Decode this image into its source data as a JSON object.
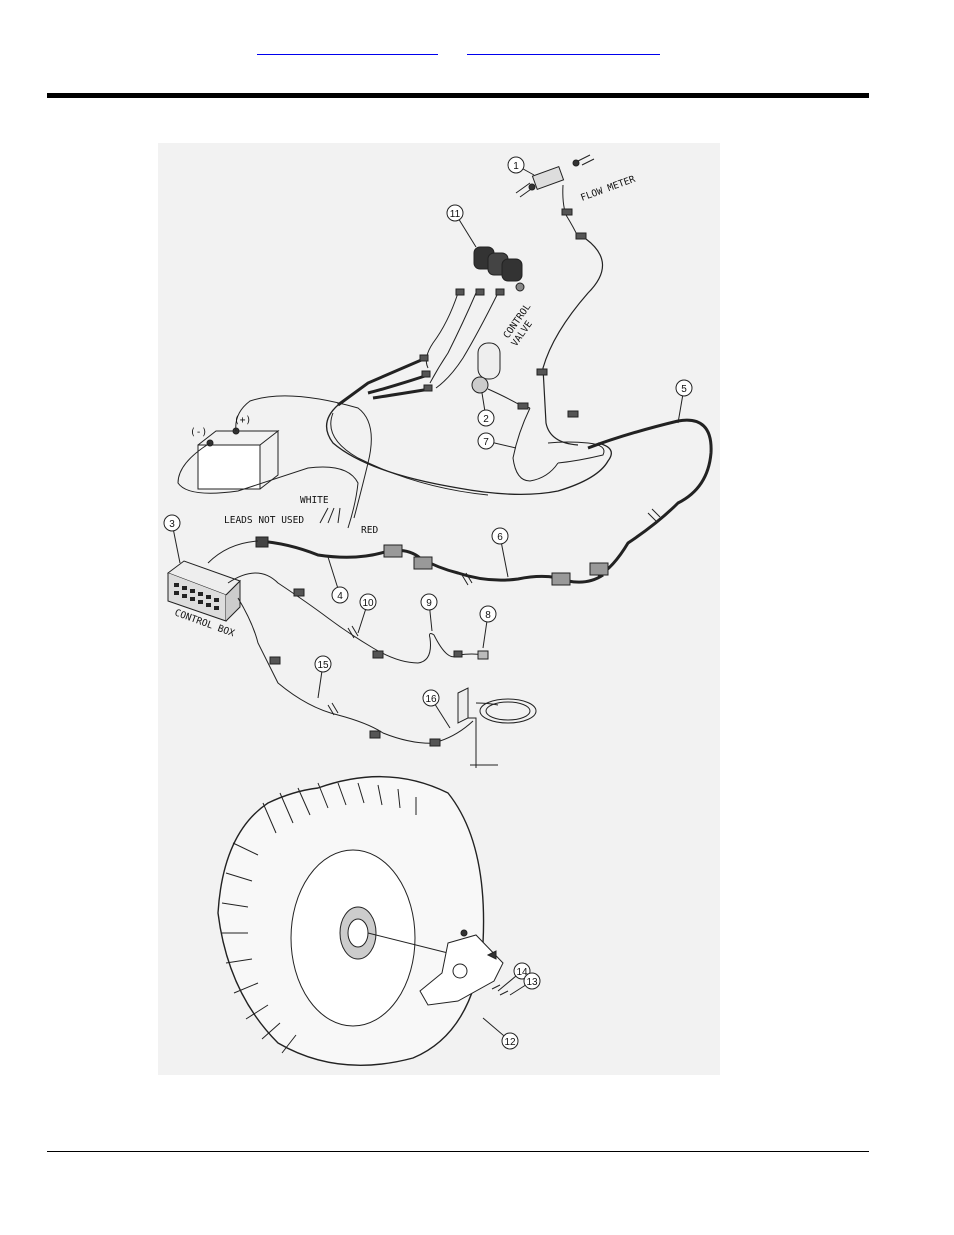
{
  "header": {
    "links": [
      "",
      ""
    ]
  },
  "diagram": {
    "labels": {
      "flow_meter": "FLOW METER",
      "control_valve_1": "CONTROL",
      "control_valve_2": "VALVE",
      "leads_not_used": "LEADS NOT USED",
      "white": "WHITE",
      "red": "RED",
      "control_box": "CONTROL BOX",
      "battery_neg": "(-)",
      "battery_pos": "(+)"
    },
    "callouts": [
      "1",
      "2",
      "3",
      "4",
      "5",
      "6",
      "7",
      "8",
      "9",
      "10",
      "11",
      "12",
      "13",
      "14",
      "15",
      "16"
    ]
  }
}
